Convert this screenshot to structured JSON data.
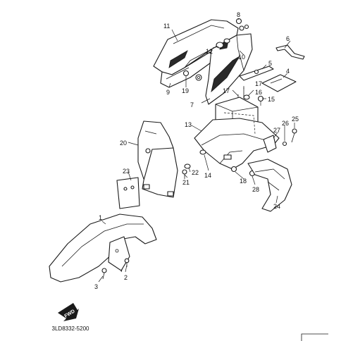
{
  "diagram": {
    "catalog_code": "3LD8332-5200",
    "direction_badge": "FWD",
    "callouts": [
      "1",
      "2",
      "3",
      "4",
      "5",
      "6",
      "7",
      "8",
      "9",
      "10",
      "11",
      "12",
      "13",
      "14",
      "15",
      "16",
      "17",
      "17",
      "18",
      "19",
      "20",
      "21",
      "22",
      "23",
      "24",
      "25",
      "26",
      "27",
      "28"
    ]
  }
}
